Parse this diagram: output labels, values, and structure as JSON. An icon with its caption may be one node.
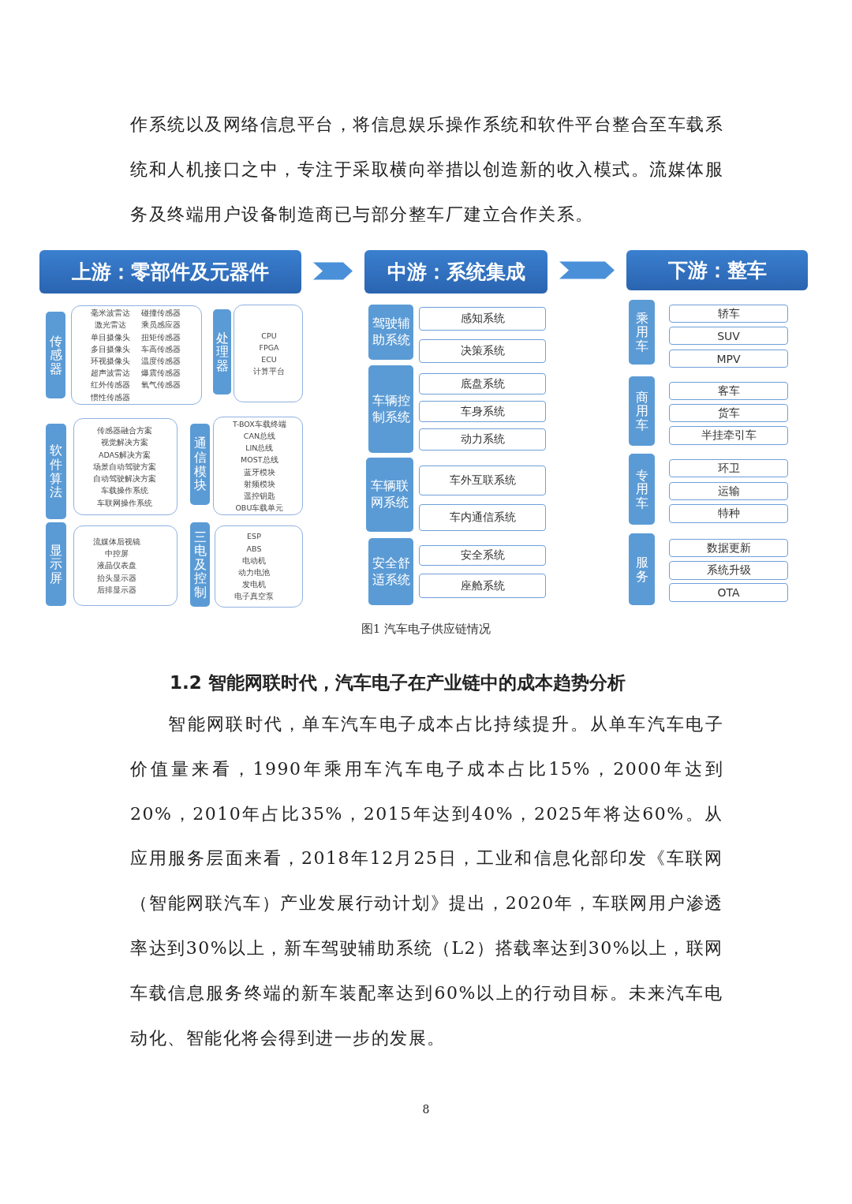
{
  "diagram": {
    "caption": "图1  汽车电子供应链情况",
    "nodes": [
      {
        "text": [
          "上游：零部件及元器件"
        ]
      },
      {
        "text": [
          "中游：系统集成"
        ]
      },
      {
        "text": [
          "下游：整车"
        ]
      },
      {
        "text": [
          "传感器"
        ]
      },
      {
        "text": [
          "毫米波雷达",
          "激光雷达",
          "单目摄像头",
          "多目摄像头",
          "环视摄像头",
          "超声波雷达",
          "红外传感器",
          "惯性传感器",
          "碰撞传感器",
          "乘员感应器",
          "扭矩传感器",
          "车高传感器",
          "温度传感器",
          "爆震传感器",
          "氧气传感器"
        ]
      },
      {
        "text": [
          "处理器"
        ]
      },
      {
        "text": [
          "CPU",
          "FPGA",
          "ECU",
          "计算平台"
        ]
      },
      {
        "text": [
          "软件算法"
        ]
      },
      {
        "text": [
          "传感器融合方案",
          "视觉解决方案",
          "ADAS解决方案",
          "场景自动驾驶方案",
          "自动驾驶解决方案",
          "车载操作系统",
          "车联网操作系统"
        ]
      },
      {
        "text": [
          "通信模块"
        ]
      },
      {
        "text": [
          "T-BOX车载终端",
          "CAN总线",
          "LIN总线",
          "MOST总线",
          "蓝牙模块",
          "射频模块",
          "遥控钥匙",
          "OBU车载单元"
        ]
      },
      {
        "text": [
          "显示屏"
        ]
      },
      {
        "text": [
          "流媒体后视镜",
          "中控屏",
          "液晶仪表盘",
          "抬头显示器",
          "后排显示器"
        ]
      },
      {
        "text": [
          "三电及控制"
        ]
      },
      {
        "text": [
          "ESP",
          "ABS",
          "电动机",
          "动力电池",
          "发电机",
          "电子真空泵"
        ]
      },
      {
        "text": [
          "驾驶辅助系统"
        ]
      },
      {
        "text": [
          "感知系统"
        ]
      },
      {
        "text": [
          "决策系统"
        ]
      },
      {
        "text": [
          "车辆控制系统"
        ]
      },
      {
        "text": [
          "底盘系统"
        ]
      },
      {
        "text": [
          "车身系统"
        ]
      },
      {
        "text": [
          "动力系统"
        ]
      },
      {
        "text": [
          "车辆联网系统"
        ]
      },
      {
        "text": [
          "车外互联系统"
        ]
      },
      {
        "text": [
          "车内通信系统"
        ]
      },
      {
        "text": [
          "安全舒适系统"
        ]
      },
      {
        "text": [
          "安全系统"
        ]
      },
      {
        "text": [
          "座舱系统"
        ]
      },
      {
        "text": [
          "乘用车"
        ]
      },
      {
        "text": [
          "轿车"
        ]
      },
      {
        "text": [
          "SUV"
        ]
      },
      {
        "text": [
          "MPV"
        ]
      },
      {
        "text": [
          "商用车"
        ]
      },
      {
        "text": [
          "客车"
        ]
      },
      {
        "text": [
          "货车"
        ]
      },
      {
        "text": [
          "半挂牵引车"
        ]
      },
      {
        "text": [
          "专用车"
        ]
      },
      {
        "text": [
          "环卫"
        ]
      },
      {
        "text": [
          "运输"
        ]
      },
      {
        "text": [
          "特种"
        ]
      },
      {
        "text": [
          "服务"
        ]
      },
      {
        "text": [
          "数据更新"
        ]
      },
      {
        "text": [
          "系统升级"
        ]
      },
      {
        "text": [
          "OTA"
        ]
      }
    ],
    "edges": [
      {
        "from": 0,
        "to": 1,
        "arrow": "to"
      },
      {
        "from": 1,
        "to": 2,
        "arrow": "to"
      }
    ],
    "labels": [
      "作系统以及网络信息平台，将信息娱乐操作系统和软件平台整合至车载系统和人机接口之中，专注于采取横向举措以创造新的收入模式。流媒体服务及终端用户设备制造商已与部分整车厂建立合作关系。",
      "1.2  智能网联时代，汽车电子在产业链中的成本趋势分析",
      "智能网联时代，单车汽车电子成本占比持续提升。从单车汽车电子价值量来看，1990年乘用车汽车电子成本占比15%，2000年达到20%，2010年占比35%，2015年达到40%，2025年将达60%。从应用服务层面来看，2018年12月25日，工业和信息化部印发《车联网（智能网联汽车）产业发展行动计划》提出，2020年，车联网用户渗透率达到30%以上，新车驾驶辅助系统（L2）搭载率达到30%以上，联网车载信息服务终端的新车装配率达到60%以上的行动目标。未来汽车电动化、智能化将会得到进一步的发展。",
      "8"
    ]
  }
}
